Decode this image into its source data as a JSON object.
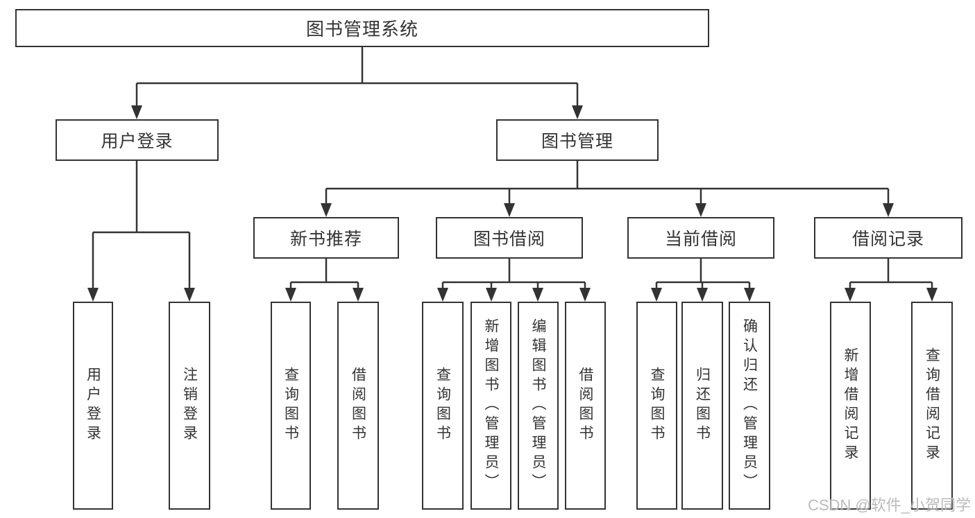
{
  "diagram": {
    "title_node": {
      "label": "图书管理系统"
    },
    "level2": [
      {
        "label": "用户登录"
      },
      {
        "label": "图书管理"
      }
    ],
    "level3": [
      {
        "label": "新书推荐"
      },
      {
        "label": "图书借阅"
      },
      {
        "label": "当前借阅"
      },
      {
        "label": "借阅记录"
      }
    ],
    "leaves": {
      "user_login": [
        {
          "label": "用户登录"
        },
        {
          "label": "注销登录"
        }
      ],
      "new_book_recommend": [
        {
          "label": "查询图书"
        },
        {
          "label": "借阅图书"
        }
      ],
      "book_borrow": [
        {
          "label": "查询图书"
        },
        {
          "label": "新增图书（管理员）"
        },
        {
          "label": "编辑图书（管理员）"
        },
        {
          "label": "借阅图书"
        }
      ],
      "current_borrow": [
        {
          "label": "查询图书"
        },
        {
          "label": "归还图书"
        },
        {
          "label": "确认归还（管理员）"
        }
      ],
      "borrow_record": [
        {
          "label": "新增借阅记录"
        },
        {
          "label": "查询借阅记录"
        }
      ]
    },
    "watermark": "CSDN @软件_小贺同学",
    "colors": {
      "line": "#333333",
      "box_border": "#333333",
      "text": "#333333",
      "background": "#ffffff",
      "watermark": "#aaaaaa"
    }
  }
}
